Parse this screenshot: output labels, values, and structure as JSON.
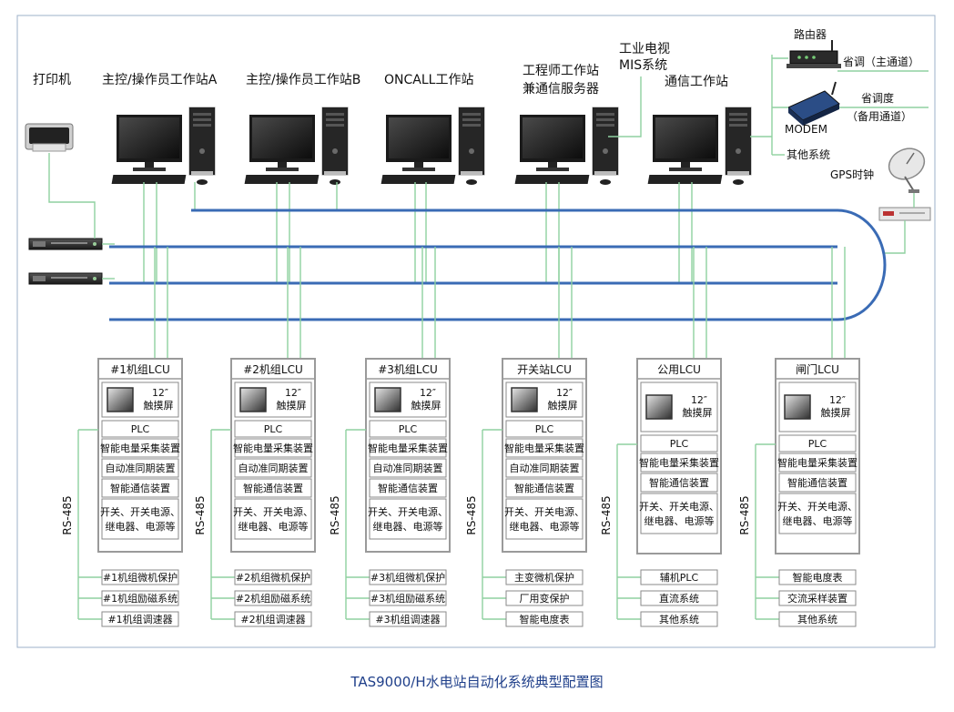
{
  "top_labels": {
    "printer": "打印机",
    "ws_a": "主控/操作员工作站A",
    "ws_b": "主控/操作员工作站B",
    "oncall": "ONCALL工作站",
    "engineer_1": "工程师工作站",
    "engineer_2": "兼通信服务器",
    "tv_1": "工业电视",
    "tv_2": "MIS系统",
    "comm_ws": "通信工作站",
    "router": "路由器",
    "main_channel": "省调（主通道）",
    "modem": "MODEM",
    "backup_1": "省调度",
    "backup_2": "（备用通道）",
    "other_sys": "其他系统",
    "gps": "GPS时钟"
  },
  "lcus": [
    {
      "title": "#1机组LCU",
      "screen_1": "12″",
      "screen_2": "触摸屏",
      "plc": "PLC",
      "modules": [
        "智能电量采集装置",
        "自动准同期装置",
        "智能通信装置"
      ],
      "io_1": "开关、开关电源、",
      "io_2": "继电器、电源等",
      "rs485": "RS-485",
      "devices": [
        "#1机组微机保护",
        "#1机组励磁系统",
        "#1机组调速器"
      ]
    },
    {
      "title": "#2机组LCU",
      "screen_1": "12″",
      "screen_2": "触摸屏",
      "plc": "PLC",
      "modules": [
        "智能电量采集装置",
        "自动准同期装置",
        "智能通信装置"
      ],
      "io_1": "开关、开关电源、",
      "io_2": "继电器、电源等",
      "rs485": "RS-485",
      "devices": [
        "#2机组微机保护",
        "#2机组励磁系统",
        "#2机组调速器"
      ]
    },
    {
      "title": "#3机组LCU",
      "screen_1": "12″",
      "screen_2": "触摸屏",
      "plc": "PLC",
      "modules": [
        "智能电量采集装置",
        "自动准同期装置",
        "智能通信装置"
      ],
      "io_1": "开关、开关电源、",
      "io_2": "继电器、电源等",
      "rs485": "RS-485",
      "devices": [
        "#3机组微机保护",
        "#3机组励磁系统",
        "#3机组调速器"
      ]
    },
    {
      "title": "开关站LCU",
      "screen_1": "12″",
      "screen_2": "触摸屏",
      "plc": "PLC",
      "modules": [
        "智能电量采集装置",
        "自动准同期装置",
        "智能通信装置"
      ],
      "io_1": "开关、开关电源、",
      "io_2": "继电器、电源等",
      "rs485": "RS-485",
      "devices": [
        "主变微机保护",
        "厂用变保护",
        "智能电度表"
      ]
    },
    {
      "title": "公用LCU",
      "screen_1": "12″",
      "screen_2": "触摸屏",
      "plc": "PLC",
      "modules": [
        "智能电量采集装置",
        "智能通信装置"
      ],
      "io_1": "开关、开关电源、",
      "io_2": "继电器、电源等",
      "rs485": "RS-485",
      "devices": [
        "辅机PLC",
        "直流系统",
        "其他系统"
      ]
    },
    {
      "title": "闸门LCU",
      "screen_1": "12″",
      "screen_2": "触摸屏",
      "plc": "PLC",
      "modules": [
        "智能电量采集装置",
        "智能通信装置"
      ],
      "io_1": "开关、开关电源、",
      "io_2": "继电器、电源等",
      "rs485": "RS-485",
      "devices": [
        "智能电度表",
        "交流采样装置",
        "其他系统"
      ]
    }
  ],
  "caption": "TAS9000/H水电站自动化系统典型配置图"
}
